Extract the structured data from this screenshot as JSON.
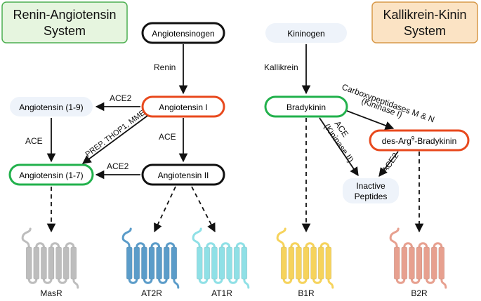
{
  "titles": {
    "ras_line1": "Renin-Angiotensin",
    "ras_line2": "System",
    "kks_line1": "Kallikrein-Kinin",
    "kks_line2": "System"
  },
  "nodes": {
    "angiotensinogen": "Angiotensinogen",
    "angiotensin_i": "Angiotensin I",
    "angiotensin_ii": "Angiotensin II",
    "angiotensin_1_9": "Angiotensin (1-9)",
    "angiotensin_1_7": "Angiotensin (1-7)",
    "kininogen": "Kininogen",
    "bradykinin": "Bradykinin",
    "des_arg_prefix": "des-Arg",
    "des_arg_sup": "9",
    "des_arg_suffix": "-Bradykinin",
    "inactive_line1": "Inactive",
    "inactive_line2": "Peptides"
  },
  "enzymes": {
    "renin": "Renin",
    "ace2_top": "ACE2",
    "ace_left": "ACE",
    "ace_mid": "ACE",
    "ace2_mid": "ACE2",
    "prep": "PREP, THOP1, MME",
    "kallikrein": "Kallikrein",
    "carboxy_line1": "Carboxypeptidases M & N",
    "carboxy_line2": "(Kininase I)",
    "ace_kininase_line1": "ACE",
    "ace_kininase_line2": "(Kininase II)",
    "ace2_right": "ACE2"
  },
  "receptors": {
    "masr": "MasR",
    "at2r": "AT2R",
    "at1r": "AT1R",
    "b1r": "B1R",
    "b2r": "B2R"
  },
  "colors": {
    "ras_title_bg": "#e6f5df",
    "ras_title_border": "#4caf50",
    "kks_title_bg": "#fbe3c4",
    "kks_title_border": "#d89a4a",
    "black_border": "#111111",
    "orange_border": "#e8491d",
    "green_border": "#22b14c",
    "pill_fill": "#eef3fa",
    "masr": "#bdbdbd",
    "at2r": "#5b9cc9",
    "at1r": "#8fe0e6",
    "b1r": "#f6d35c",
    "b2r": "#e7a08f"
  }
}
